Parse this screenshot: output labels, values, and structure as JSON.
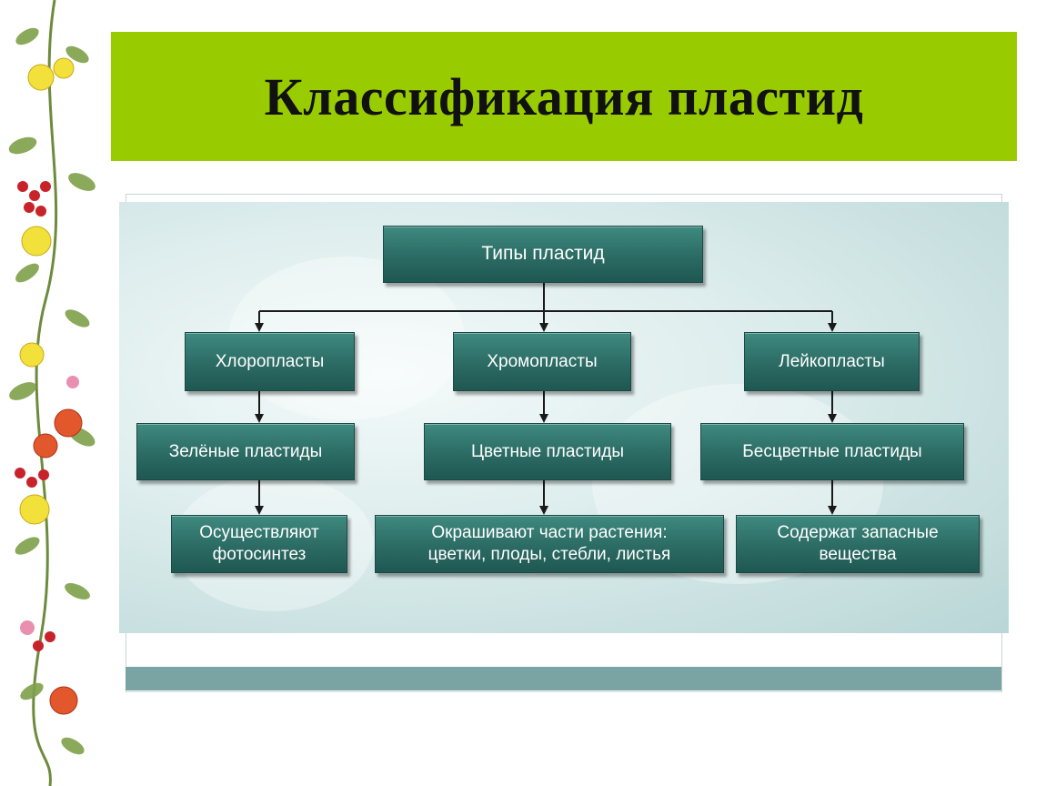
{
  "slide": {
    "title": "Классификация пластид",
    "title_band_color": "#99cc00"
  },
  "diagram": {
    "root": "Типы пластид",
    "branches": [
      {
        "type": "Хлоропласты",
        "group": "Зелёные пластиды",
        "function_lines": [
          "Осуществляют",
          "фотосинтез"
        ]
      },
      {
        "type": "Хромопласты",
        "group": "Цветные пластиды",
        "function_lines": [
          "Окрашивают части растения:",
          "цветки, плоды, стебли, листья"
        ]
      },
      {
        "type": "Лейкопласты",
        "group": "Бесцветные пластиды",
        "function_lines": [
          "Содержат запасные",
          "вещества"
        ]
      }
    ],
    "box_color": "#2b6b64",
    "decoration": "floral-border"
  }
}
